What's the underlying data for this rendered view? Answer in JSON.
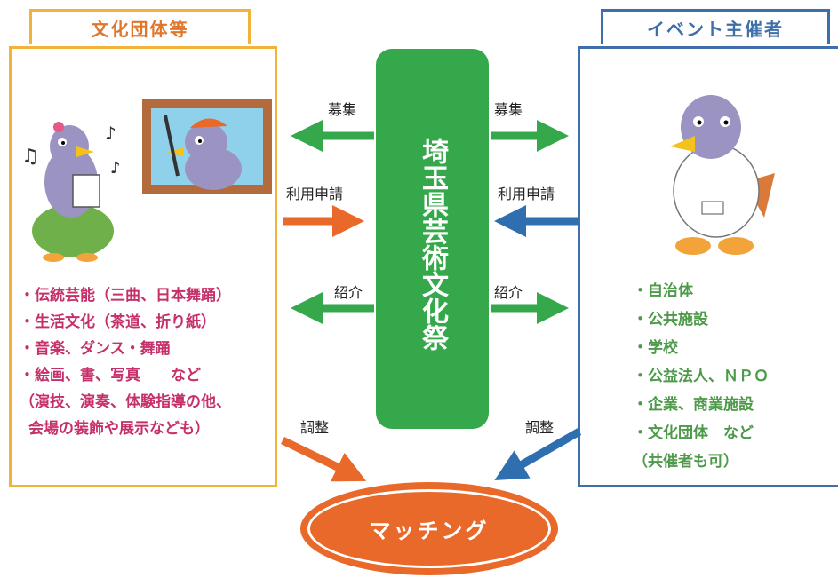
{
  "left_panel": {
    "title": "文化団体等",
    "items": [
      "・伝統芸能（三曲、日本舞踊）",
      "・生活文化（茶道、折り紙）",
      "・音楽、ダンス・舞踊",
      "・絵画、書、写真　　など"
    ],
    "note_lines": [
      "（演技、演奏、体験指導の他、",
      "会場の装飾や展示なども）"
    ]
  },
  "right_panel": {
    "title": "イベント主催者",
    "items": [
      "・自治体",
      "・公共施設",
      "・学校",
      "・公益法人、ＮＰＯ",
      "・企業、商業施設",
      "・文化団体　など"
    ],
    "note": "（共催者も可）"
  },
  "center": {
    "label": "埼玉県芸術文化祭"
  },
  "arrow_labels": {
    "recruit_left": "募集",
    "recruit_right": "募集",
    "apply_left": "利用申請",
    "apply_right": "利用申請",
    "intro_left": "紹介",
    "intro_right": "紹介",
    "adjust_left": "調整",
    "adjust_right": "調整"
  },
  "matching": {
    "label": "マッチング"
  },
  "colors": {
    "orange_border": "#f2b33a",
    "blue_border": "#3f6fa8",
    "green": "#35a84b",
    "orange_arrow": "#e8692a",
    "blue_arrow": "#2f6fb0",
    "left_text": "#c5306a",
    "right_text": "#4d9a4a"
  }
}
